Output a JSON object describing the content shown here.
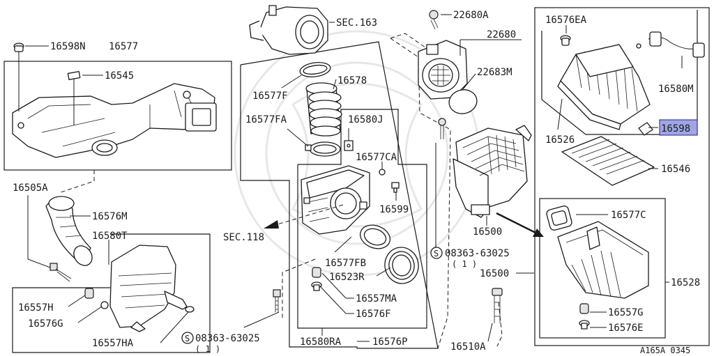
{
  "diagram": {
    "labels": {
      "p16598N": "16598N",
      "p16577": "16577",
      "p16545": "16545",
      "p16505A": "16505A",
      "p16576M": "16576M",
      "p16580T": "16580T",
      "p16557H": "16557H",
      "p16576G": "16576G",
      "p16557HA": "16557HA",
      "sec163": "SEC.163",
      "p16577F": "16577F",
      "p16578": "16578",
      "p16577FA": "16577FA",
      "p16580J": "16580J",
      "p16577CA": "16577CA",
      "p16599": "16599",
      "sec118": "SEC.118",
      "p16577FB": "16577FB",
      "p16523R": "16523R",
      "p16557MA": "16557MA",
      "p16576F": "16576F",
      "bolt1": "08363-63025",
      "bolt1_qty": "( 1 )",
      "p16580RA": "16580RA",
      "p16576P": "16576P",
      "p22680A": "22680A",
      "p22680": "22680",
      "p22683M": "22683M",
      "p16500a": "16500",
      "bolt2": "08363-63025",
      "bolt2_qty": "( 1 )",
      "p16500b": "16500",
      "p16510A": "16510A",
      "p16576EA": "16576EA",
      "p16580M": "16580M",
      "p16526": "16526",
      "p16598": "16598",
      "p16546": "16546",
      "p16577C": "16577C",
      "p16528": "16528",
      "p16557G": "16557G",
      "p16576E": "16576E",
      "code": "A165A 0345",
      "s_mark": "S"
    }
  }
}
